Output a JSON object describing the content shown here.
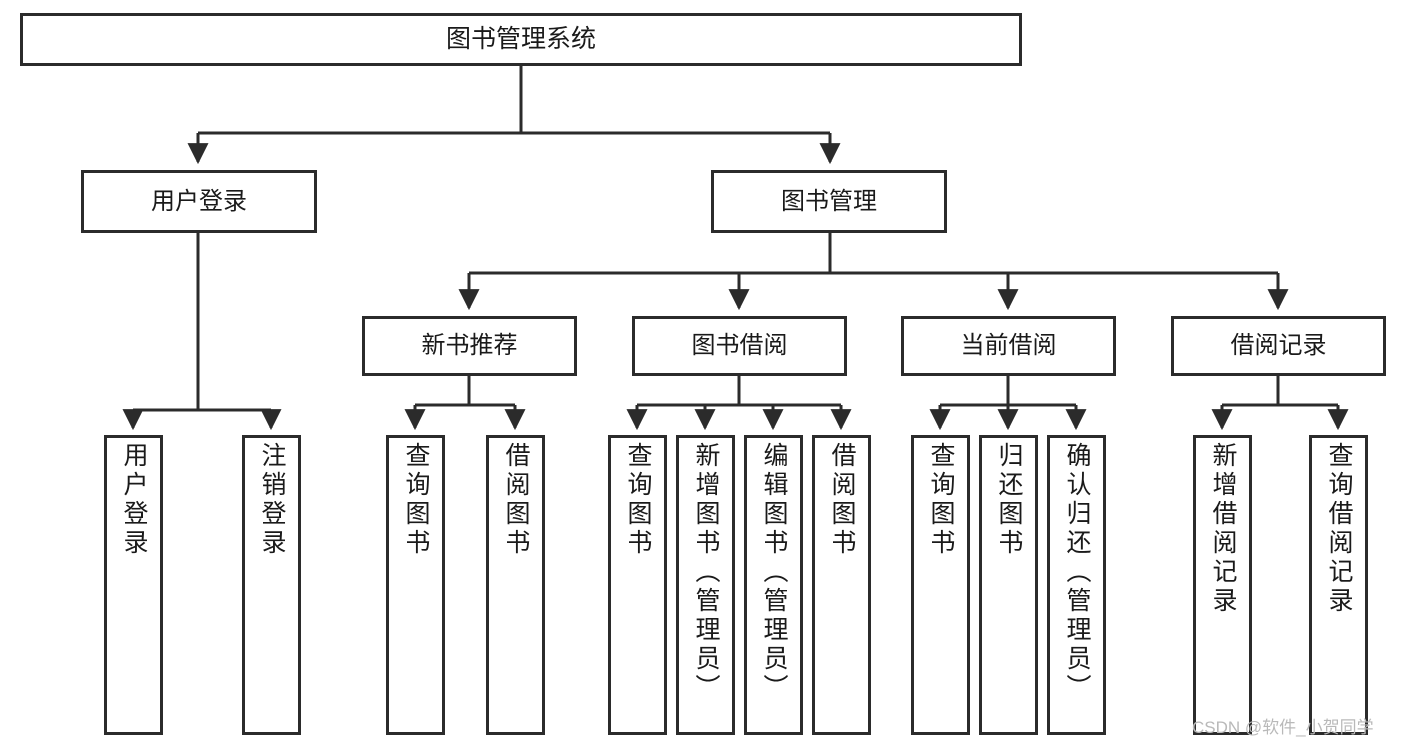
{
  "diagram": {
    "title": "图书管理系统",
    "type": "tree-hierarchy",
    "orientation": "top-down",
    "line_color": "#2b2b2b",
    "box_fill": "#ffffff",
    "nodes": {
      "root": {
        "label": "图书管理系统"
      },
      "level2": [
        {
          "id": "user-login",
          "label": "用户登录"
        },
        {
          "id": "book-manage",
          "label": "图书管理"
        }
      ],
      "level3": [
        {
          "id": "new-book-rec",
          "label": "新书推荐"
        },
        {
          "id": "book-borrow",
          "label": "图书借阅"
        },
        {
          "id": "current-borrow",
          "label": "当前借阅"
        },
        {
          "id": "borrow-record",
          "label": "借阅记录"
        }
      ],
      "leaves": [
        {
          "id": "leaf-user-login",
          "label": "用户登录",
          "parent": "user-login"
        },
        {
          "id": "leaf-logout",
          "label": "注销登录",
          "parent": "user-login"
        },
        {
          "id": "leaf-query-book-1",
          "label": "查询图书",
          "parent": "new-book-rec"
        },
        {
          "id": "leaf-borrow-book-1",
          "label": "借阅图书",
          "parent": "new-book-rec"
        },
        {
          "id": "leaf-query-book-2",
          "label": "查询图书",
          "parent": "book-borrow"
        },
        {
          "id": "leaf-add-book",
          "label": "新增图书（管理员）",
          "parent": "book-borrow"
        },
        {
          "id": "leaf-edit-book",
          "label": "编辑图书（管理员）",
          "parent": "book-borrow"
        },
        {
          "id": "leaf-borrow-book-2",
          "label": "借阅图书",
          "parent": "book-borrow"
        },
        {
          "id": "leaf-query-book-3",
          "label": "查询图书",
          "parent": "current-borrow"
        },
        {
          "id": "leaf-return-book",
          "label": "归还图书",
          "parent": "current-borrow"
        },
        {
          "id": "leaf-confirm-return",
          "label": "确认归还（管理员）",
          "parent": "current-borrow"
        },
        {
          "id": "leaf-add-record",
          "label": "新增借阅记录",
          "parent": "borrow-record"
        },
        {
          "id": "leaf-query-record",
          "label": "查询借阅记录",
          "parent": "borrow-record"
        }
      ]
    },
    "watermark": "CSDN @软件_小贺同学"
  }
}
